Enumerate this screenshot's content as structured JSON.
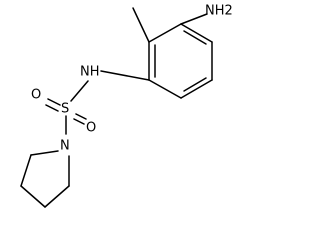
{
  "structure": {
    "atoms": {
      "amine": "NH2",
      "amide_nh": "NH",
      "sulfur": "S",
      "oxygen_left": "O",
      "oxygen_right": "O",
      "ring_nitrogen": "N"
    }
  }
}
